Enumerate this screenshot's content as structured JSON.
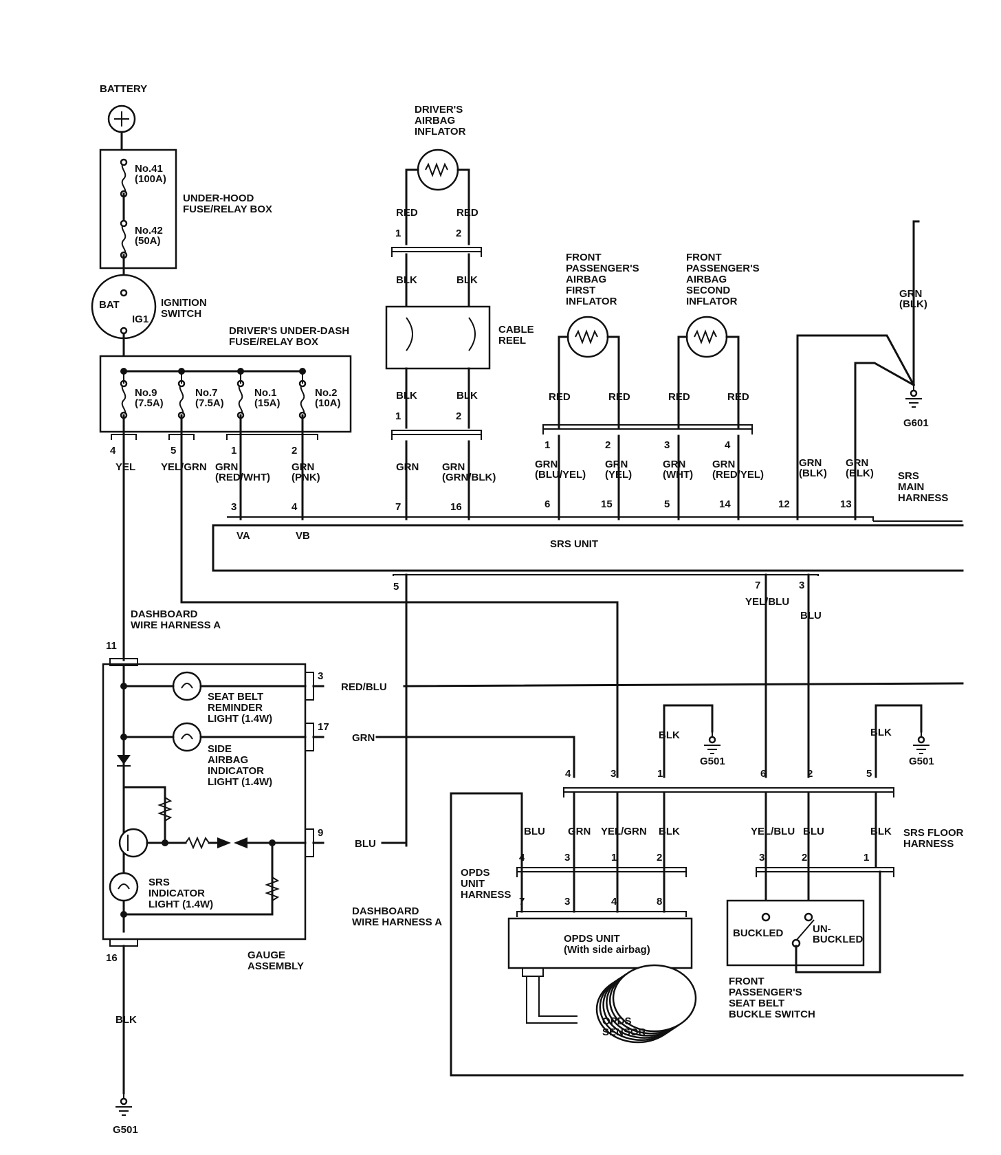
{
  "battery": "BATTERY",
  "underhood_box": "UNDER-HOOD\nFUSE/RELAY BOX",
  "fuse41": "No.41\n(100A)",
  "fuse42": "No.42\n(50A)",
  "ignition": {
    "bat": "BAT",
    "ig1": "IG1",
    "label": "IGNITION\nSWITCH"
  },
  "underdash_box": "DRIVER'S UNDER-DASH\nFUSE/RELAY BOX",
  "fuse9": "No.9\n(7.5A)",
  "fuse7": "No.7\n(7.5A)",
  "fuse1": "No.1\n(15A)",
  "fuse2": "No.2\n(10A)",
  "drv_inflator": "DRIVER'S\nAIRBAG\nINFLATOR",
  "cable_reel": "CABLE\nREEL",
  "fp_first": "FRONT\nPASSENGER'S\nAIRBAG\nFIRST\nINFLATOR",
  "fp_second": "FRONT\nPASSENGER'S\nAIRBAG\nSECOND\nINFLATOR",
  "g601": "G601",
  "g501": "G501",
  "srs_main": "SRS\nMAIN\nHARNESS",
  "srs_unit": "SRS UNIT",
  "va": "VA",
  "vb": "VB",
  "dash_harness": "DASHBOARD\nWIRE HARNESS A",
  "seat_belt_light": "SEAT BELT\nREMINDER\nLIGHT (1.4W)",
  "side_airbag_light": "SIDE\nAIRBAG\nINDICATOR\nLIGHT (1.4W)",
  "srs_light": "SRS\nINDICATOR\nLIGHT (1.4W)",
  "gauge": "GAUGE\nASSEMBLY",
  "opds_harness": "OPDS\nUNIT\nHARNESS",
  "opds_unit": "OPDS UNIT\n(With side airbag)",
  "opds_sensor": "OPDS\nSENSOR",
  "srs_floor": "SRS FLOOR\nHARNESS",
  "buckled": "BUCKLED",
  "unbuckled": "UN-\nBUCKLED",
  "buckle_switch": "FRONT\nPASSENGER'S\nSEAT BELT\nBUCKLE SWITCH",
  "wires": {
    "yel": "YEL",
    "yelgrn": "YEL/GRN",
    "grn_redwht": "GRN\n(RED/WHT)",
    "grn_pnk": "GRN\n(PNK)",
    "red": "RED",
    "blk": "BLK",
    "grn": "GRN",
    "grn_grnblk": "GRN\n(GRN/BLK)",
    "grn_bluyel": "GRN\n(BLU/YEL)",
    "grn_yel": "GRN\n(YEL)",
    "grn_wht": "GRN\n(WHT)",
    "grn_redyel": "GRN\n(RED/YEL)",
    "grn_blk": "GRN\n(BLK)",
    "yelblu": "YEL/BLU",
    "blu": "BLU",
    "redblu": "RED/BLU"
  },
  "pins": [
    "1",
    "2",
    "3",
    "4",
    "5",
    "6",
    "7",
    "8",
    "9",
    "11",
    "12",
    "13",
    "14",
    "15",
    "16",
    "17"
  ]
}
